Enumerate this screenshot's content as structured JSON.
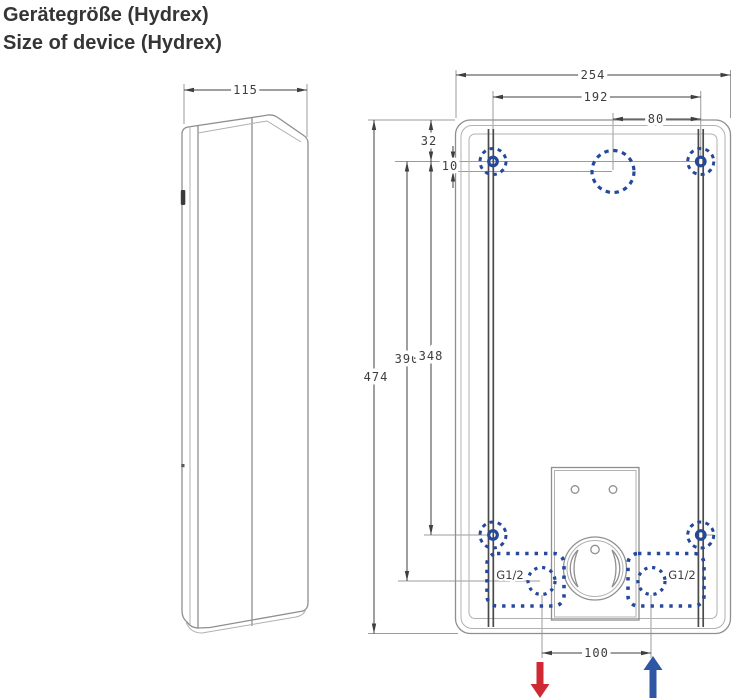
{
  "title": {
    "de": "Gerätegröße (Hydrex)",
    "en": "Size of device (Hydrex)"
  },
  "dims": {
    "depth": "115",
    "width": "254",
    "hole_spacing_horizontal": "192",
    "cable_entry_offset": "80",
    "top_to_holes": "32",
    "holes_to_cable_entry": "10",
    "height": "474",
    "holes_to_connections": "390",
    "hole_spacing_vertical": "348",
    "connection_spacing": "100"
  },
  "connections": {
    "outlet_thread": "G1/2",
    "inlet_thread": "G1/2"
  },
  "colors": {
    "marker_blue": "#24499b",
    "outlet_arrow_red": "#cf2a33",
    "inlet_arrow_blue": "#2f55a5",
    "outline_gray": "#8f8f8f",
    "dimension_dark": "#3d3d3d"
  }
}
